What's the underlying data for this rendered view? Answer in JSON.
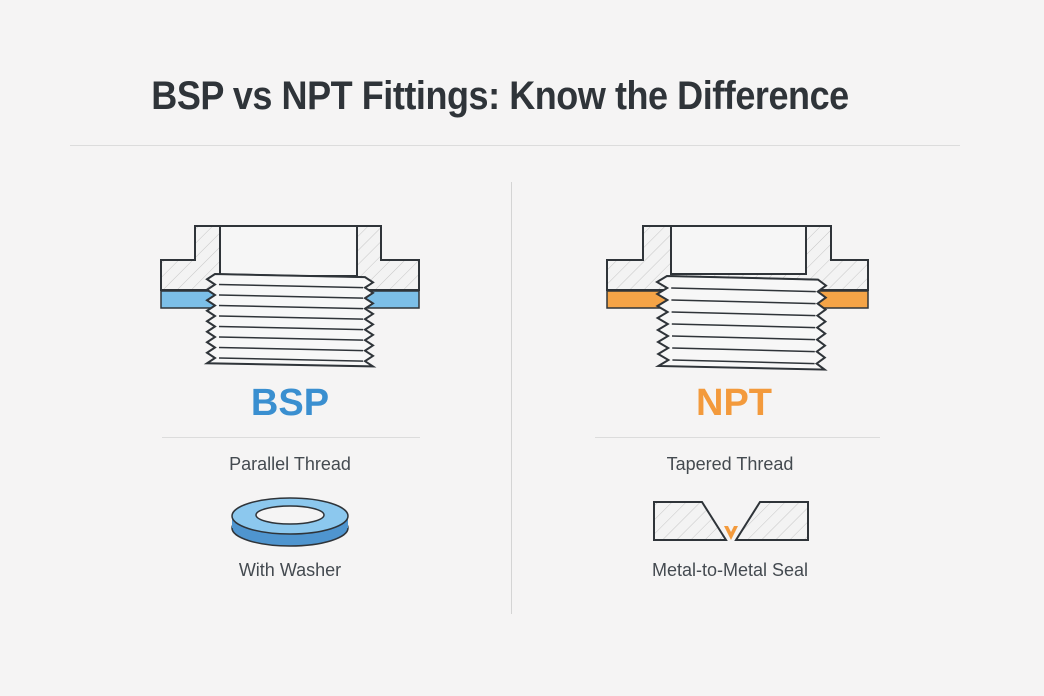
{
  "title": "BSP vs NPT Fittings: Know the Difference",
  "colors": {
    "bsp": "#3a8fd0",
    "washer": "#7cbfe8",
    "npt": "#f39a3c",
    "seal": "#f5a447"
  },
  "left": {
    "label": "BSP",
    "thread_type": "Parallel Thread",
    "seal_type": "With Washer"
  },
  "right": {
    "label": "NPT",
    "thread_type": "Tapered Thread",
    "seal_type": "Metal-to-Metal Seal"
  }
}
